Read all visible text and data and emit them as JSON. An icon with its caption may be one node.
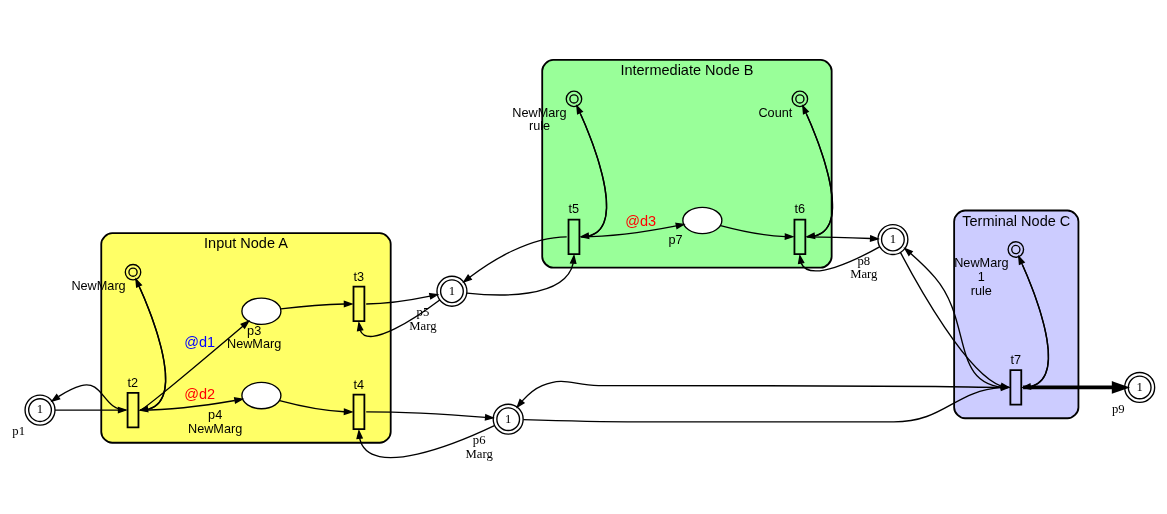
{
  "diagram": {
    "nodes": [
      {
        "text": [
          "Input Node A"
        ]
      },
      {
        "text": [
          "Intermediate Node B"
        ]
      },
      {
        "text": [
          "Terminal Node C"
        ]
      },
      {
        "text": [
          "1"
        ],
        "beside": [
          "p1"
        ]
      },
      {
        "text": [],
        "shape": "box",
        "in": 0,
        "beside": [
          "t2"
        ]
      },
      {
        "text": [],
        "shape": "circle",
        "in": 0,
        "beside": [
          "NewMarg"
        ]
      },
      {
        "text": [],
        "shape": "ellipse",
        "in": 0,
        "beside": [
          "p3",
          "NewMarg"
        ]
      },
      {
        "text": [],
        "shape": "ellipse",
        "in": 0,
        "beside": [
          "p4",
          "NewMarg"
        ]
      },
      {
        "text": [],
        "shape": "box",
        "in": 0,
        "beside": [
          "t3"
        ]
      },
      {
        "text": [],
        "shape": "box",
        "in": 0,
        "beside": [
          "t4"
        ]
      },
      {
        "text": [
          "1"
        ],
        "beside": [
          "p5",
          "Marg"
        ]
      },
      {
        "text": [
          "1"
        ],
        "beside": [
          "p6",
          "Marg"
        ]
      },
      {
        "text": [],
        "shape": "box",
        "in": 1,
        "beside": [
          "t5"
        ]
      },
      {
        "text": [],
        "shape": "circle",
        "in": 1,
        "beside": [
          "NewMarg",
          "rule"
        ]
      },
      {
        "text": [],
        "shape": "ellipse",
        "in": 1,
        "beside": [
          "p7"
        ]
      },
      {
        "text": [],
        "shape": "box",
        "in": 1,
        "beside": [
          "t6"
        ]
      },
      {
        "text": [],
        "shape": "circle",
        "in": 1,
        "beside": [
          "Count"
        ]
      },
      {
        "text": [
          "1"
        ],
        "beside": [
          "p8",
          "Marg"
        ]
      },
      {
        "text": [],
        "shape": "box",
        "in": 2,
        "beside": [
          "t7"
        ]
      },
      {
        "text": [],
        "shape": "circle",
        "in": 2,
        "beside": [
          "NewMarg",
          "1",
          "rule"
        ]
      },
      {
        "text": [
          "1"
        ],
        "beside": [
          "p9"
        ]
      }
    ],
    "edges": [
      {
        "from": 3,
        "to": 4,
        "arrow": "to"
      },
      {
        "from": 4,
        "to": 3,
        "arrow": "to"
      },
      {
        "from": 4,
        "to": 5,
        "arrow": "to"
      },
      {
        "from": 5,
        "to": 4,
        "arrow": "to"
      },
      {
        "from": 4,
        "to": 6,
        "arrow": "to",
        "label": "@d1"
      },
      {
        "from": 4,
        "to": 7,
        "arrow": "to",
        "label": "@d2"
      },
      {
        "from": 6,
        "to": 8,
        "arrow": "to"
      },
      {
        "from": 8,
        "to": 10,
        "arrow": "to"
      },
      {
        "from": 10,
        "to": 8,
        "arrow": "to"
      },
      {
        "from": 7,
        "to": 9,
        "arrow": "to"
      },
      {
        "from": 9,
        "to": 11,
        "arrow": "to"
      },
      {
        "from": 11,
        "to": 9,
        "arrow": "to"
      },
      {
        "from": 10,
        "to": 12,
        "arrow": "to"
      },
      {
        "from": 12,
        "to": 10,
        "arrow": "to"
      },
      {
        "from": 12,
        "to": 13,
        "arrow": "to"
      },
      {
        "from": 13,
        "to": 12,
        "arrow": "to"
      },
      {
        "from": 12,
        "to": 14,
        "arrow": "to",
        "label": "@d3"
      },
      {
        "from": 14,
        "to": 15,
        "arrow": "to"
      },
      {
        "from": 15,
        "to": 16,
        "arrow": "to"
      },
      {
        "from": 16,
        "to": 15,
        "arrow": "to"
      },
      {
        "from": 15,
        "to": 17,
        "arrow": "to"
      },
      {
        "from": 17,
        "to": 15,
        "arrow": "to"
      },
      {
        "from": 17,
        "to": 18,
        "arrow": "to"
      },
      {
        "from": 18,
        "to": 17,
        "arrow": "to"
      },
      {
        "from": 11,
        "to": 18,
        "arrow": "to"
      },
      {
        "from": 18,
        "to": 11,
        "arrow": "to"
      },
      {
        "from": 18,
        "to": 19,
        "arrow": "to"
      },
      {
        "from": 19,
        "to": 18,
        "arrow": "to"
      },
      {
        "from": 18,
        "to": 20,
        "arrow": "to",
        "style": "thick"
      }
    ]
  }
}
